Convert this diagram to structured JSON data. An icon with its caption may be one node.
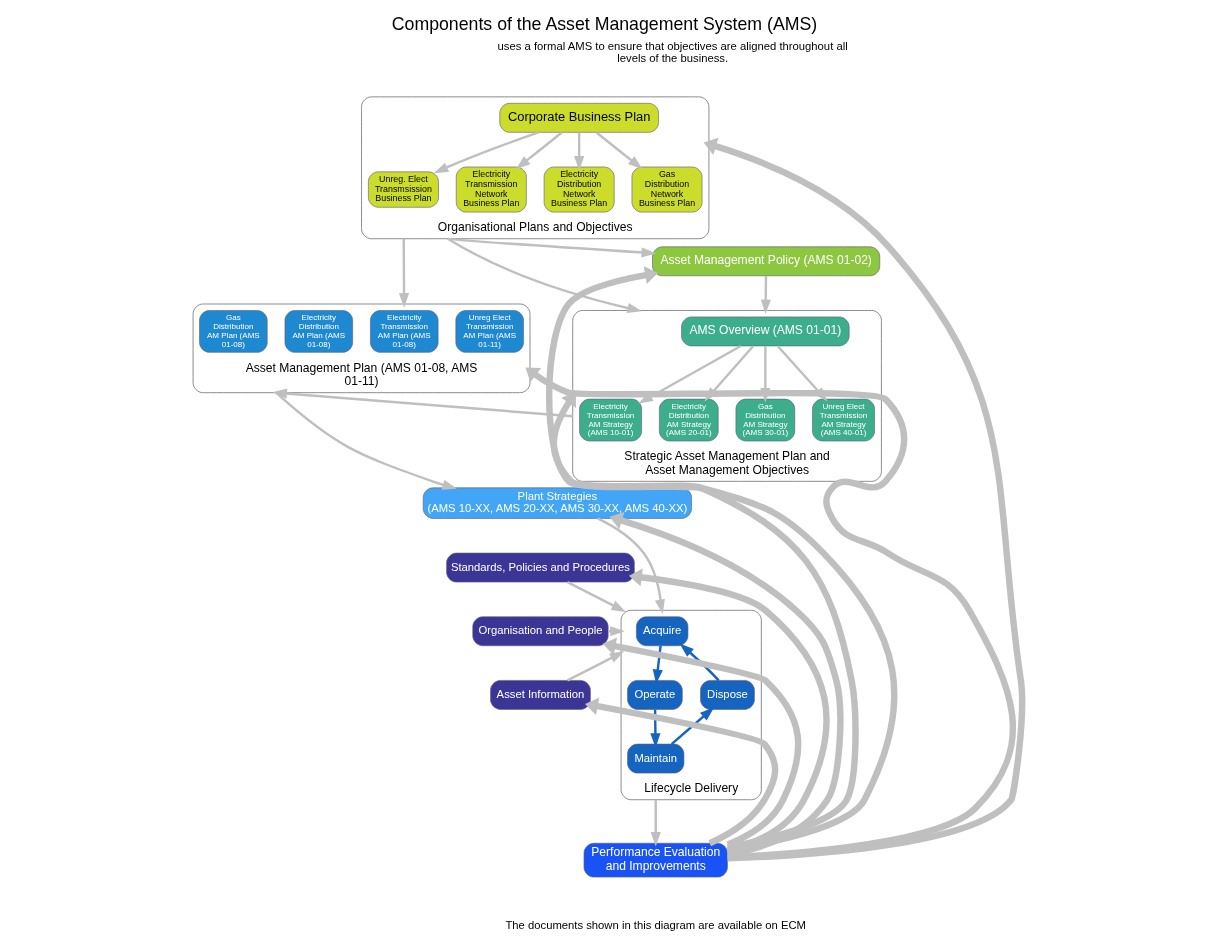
{
  "diagram": {
    "title": "Components of the Asset Management System (AMS)",
    "nodes": [
      {
        "text": [
          "Organisational Plans and Objectives"
        ]
      },
      {
        "text": [
          "Corporate Business Plan"
        ],
        "in": 0
      },
      {
        "text": [
          "Unreg. Elect Transmsission Business Plan"
        ],
        "in": 0
      },
      {
        "text": [
          "Electricity Transmission Network Business Plan"
        ],
        "in": 0
      },
      {
        "text": [
          "Electricity Distribution Network Business Plan"
        ],
        "in": 0
      },
      {
        "text": [
          "Gas Distribution Network Business Plan"
        ],
        "in": 0
      },
      {
        "text": [
          "Asset Management Policy (AMS 01-02)"
        ]
      },
      {
        "text": [
          "Strategic Asset Management Plan and Asset Management Objectives"
        ]
      },
      {
        "text": [
          "AMS Overview (AMS 01-01)"
        ],
        "in": 7
      },
      {
        "text": [
          "Electricity Transmission AM Strategy (AMS 10-01)"
        ],
        "in": 7
      },
      {
        "text": [
          "Electricity Distribution AM Strategy (AMS 20-01)"
        ],
        "in": 7
      },
      {
        "text": [
          "Gas Distribution AM Strategy (AMS 30-01)"
        ],
        "in": 7
      },
      {
        "text": [
          "Unreg Elect Transmission AM Strategy (AMS 40-01)"
        ],
        "in": 7
      },
      {
        "text": [
          "Asset Management Plan (AMS 01-08, AMS 01-11)"
        ]
      },
      {
        "text": [
          "Unreg Elect Transmission AM Plan (AMS 01-11)"
        ],
        "in": 13
      },
      {
        "text": [
          "Electricity Transmission AM Plan (AMS 01-08)"
        ],
        "in": 13
      },
      {
        "text": [
          "Electricity Distribution AM Plan (AMS 01-08)"
        ],
        "in": 13
      },
      {
        "text": [
          "Gas Distribution AM Plan (AMS 01-08)"
        ],
        "in": 13
      },
      {
        "text": [
          "Plant Strategies",
          "(AMS 10-XX, AMS 20-XX, AMS 30-XX, AMS 40-XX)"
        ]
      },
      {
        "text": [
          "Lifecycle Delivery"
        ]
      },
      {
        "text": [
          "Acquire"
        ],
        "in": 19
      },
      {
        "text": [
          "Operate"
        ],
        "in": 19
      },
      {
        "text": [
          "Maintain"
        ],
        "in": 19
      },
      {
        "text": [
          "Dispose"
        ],
        "in": 19
      },
      {
        "text": [
          "Standards, Policies and Procedures"
        ]
      },
      {
        "text": [
          "Organisation and People"
        ]
      },
      {
        "text": [
          "Asset Information"
        ]
      },
      {
        "text": [
          "Performance Evaluation and Improvements"
        ]
      }
    ],
    "edges": [
      {
        "from": 1,
        "to": 2,
        "arrow": "to"
      },
      {
        "from": 1,
        "to": 3,
        "arrow": "to"
      },
      {
        "from": 1,
        "to": 4,
        "arrow": "to"
      },
      {
        "from": 1,
        "to": 5,
        "arrow": "to"
      },
      {
        "from": 0,
        "to": 6,
        "arrow": "to"
      },
      {
        "from": 0,
        "to": 7,
        "arrow": "to"
      },
      {
        "from": 6,
        "to": 7,
        "arrow": "to"
      },
      {
        "from": 8,
        "to": 9,
        "arrow": "to"
      },
      {
        "from": 8,
        "to": 10,
        "arrow": "to"
      },
      {
        "from": 8,
        "to": 11,
        "arrow": "to"
      },
      {
        "from": 8,
        "to": 12,
        "arrow": "to"
      },
      {
        "from": 0,
        "to": 13,
        "arrow": "to"
      },
      {
        "from": 7,
        "to": 13,
        "arrow": "to"
      },
      {
        "from": 13,
        "to": 18,
        "arrow": "to"
      },
      {
        "from": 18,
        "to": 19,
        "arrow": "to"
      },
      {
        "from": 20,
        "to": 21,
        "arrow": "to",
        "color": "#1565c0"
      },
      {
        "from": 21,
        "to": 22,
        "arrow": "to",
        "color": "#1565c0"
      },
      {
        "from": 22,
        "to": 23,
        "arrow": "to",
        "color": "#1565c0"
      },
      {
        "from": 23,
        "to": 20,
        "arrow": "to",
        "color": "#1565c0"
      },
      {
        "from": 24,
        "to": 19,
        "arrow": "to"
      },
      {
        "from": 25,
        "to": 19,
        "arrow": "to"
      },
      {
        "from": 26,
        "to": 19,
        "arrow": "to"
      },
      {
        "from": 19,
        "to": 27,
        "arrow": "to"
      },
      {
        "from": 27,
        "to": 0,
        "arrow": "to",
        "style": "thick"
      },
      {
        "from": 27,
        "to": 13,
        "arrow": "to",
        "style": "thick"
      },
      {
        "from": 27,
        "to": 18,
        "arrow": "to",
        "style": "thick"
      },
      {
        "from": 27,
        "to": 6,
        "arrow": "to",
        "style": "thick"
      },
      {
        "from": 27,
        "to": 7,
        "arrow": "to",
        "style": "thick"
      },
      {
        "from": 27,
        "to": 24,
        "arrow": "to",
        "style": "thick"
      },
      {
        "from": 27,
        "to": 25,
        "arrow": "to",
        "style": "thick"
      },
      {
        "from": 27,
        "to": 26,
        "arrow": "to",
        "style": "thick"
      }
    ],
    "labels": [
      "uses a formal AMS to ensure that objectives are aligned throughout all levels of the business.",
      "The documents shown in this diagram are available on ECM"
    ]
  }
}
